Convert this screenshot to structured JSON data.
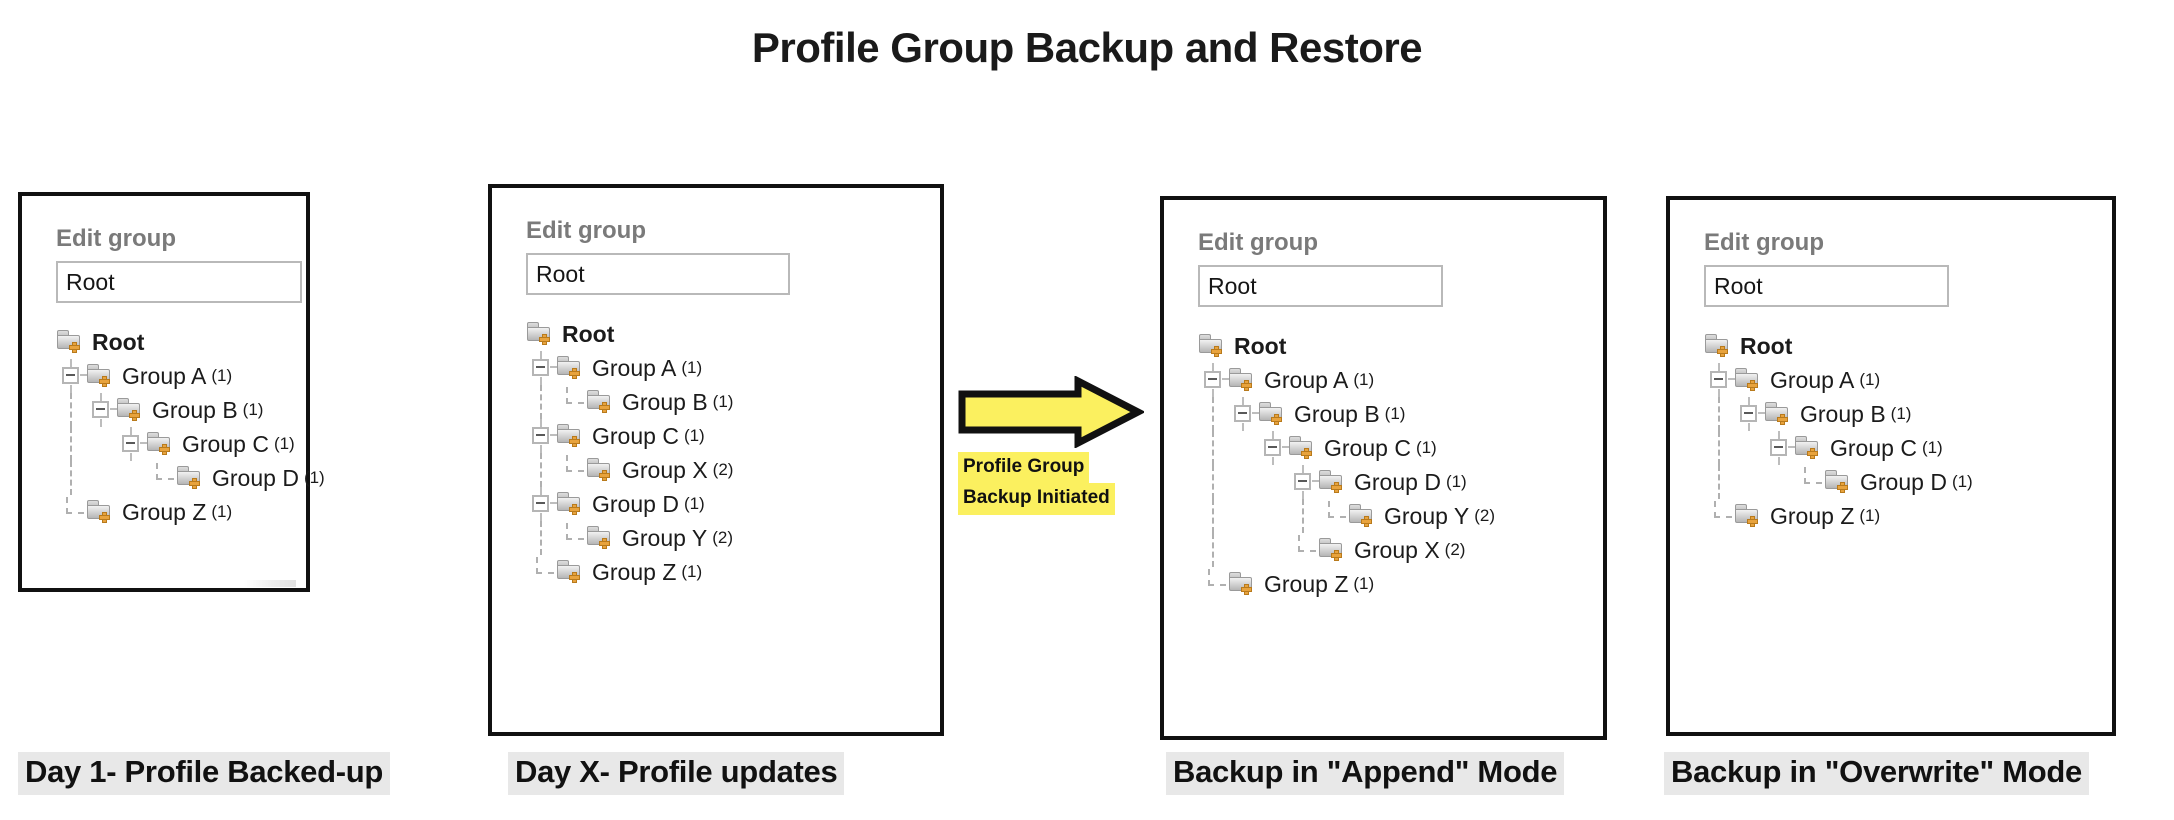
{
  "title": "Profile Group Backup and Restore",
  "panels": [
    {
      "name": "day1",
      "edit_group_label": "Edit group",
      "input_value": "Root",
      "caption": "Day 1- Profile Backed-up",
      "tree": [
        {
          "label": "Root",
          "count": "",
          "depth": 0,
          "toggle": "none",
          "root": true
        },
        {
          "label": "Group A",
          "count": "(1)",
          "depth": 1,
          "toggle": "expanded"
        },
        {
          "label": "Group B",
          "count": "(1)",
          "depth": 2,
          "toggle": "expanded"
        },
        {
          "label": "Group C",
          "count": "(1)",
          "depth": 3,
          "toggle": "expanded"
        },
        {
          "label": "Group D",
          "count": "(1)",
          "depth": 4,
          "toggle": "leaf-last"
        },
        {
          "label": "Group Z",
          "count": "(1)",
          "depth": 1,
          "toggle": "leaf-last"
        }
      ]
    },
    {
      "name": "dayx",
      "edit_group_label": "Edit group",
      "input_value": "Root",
      "caption": "Day X- Profile updates",
      "tree": [
        {
          "label": "Root",
          "count": "",
          "depth": 0,
          "toggle": "none",
          "root": true
        },
        {
          "label": "Group A",
          "count": "(1)",
          "depth": 1,
          "toggle": "expanded"
        },
        {
          "label": "Group B",
          "count": "(1)",
          "depth": 2,
          "toggle": "leaf-last"
        },
        {
          "label": "Group C",
          "count": "(1)",
          "depth": 1,
          "toggle": "expanded"
        },
        {
          "label": "Group X",
          "count": "(2)",
          "depth": 2,
          "toggle": "leaf-last"
        },
        {
          "label": "Group D",
          "count": "(1)",
          "depth": 1,
          "toggle": "expanded"
        },
        {
          "label": "Group Y",
          "count": "(2)",
          "depth": 2,
          "toggle": "leaf-last"
        },
        {
          "label": "Group Z",
          "count": "(1)",
          "depth": 1,
          "toggle": "leaf-last"
        }
      ]
    },
    {
      "name": "append",
      "edit_group_label": "Edit group",
      "input_value": "Root",
      "caption": "Backup in \"Append\" Mode",
      "tree": [
        {
          "label": "Root",
          "count": "",
          "depth": 0,
          "toggle": "none",
          "root": true
        },
        {
          "label": "Group A",
          "count": "(1)",
          "depth": 1,
          "toggle": "expanded"
        },
        {
          "label": "Group B",
          "count": "(1)",
          "depth": 2,
          "toggle": "expanded"
        },
        {
          "label": "Group C",
          "count": "(1)",
          "depth": 3,
          "toggle": "expanded"
        },
        {
          "label": "Group D",
          "count": "(1)",
          "depth": 4,
          "toggle": "expanded"
        },
        {
          "label": "Group Y",
          "count": "(2)",
          "depth": 5,
          "toggle": "leaf-last"
        },
        {
          "label": "Group X",
          "count": "(2)",
          "depth": 4,
          "toggle": "leaf-last"
        },
        {
          "label": "Group Z",
          "count": "(1)",
          "depth": 1,
          "toggle": "leaf-last"
        }
      ]
    },
    {
      "name": "overwrite",
      "edit_group_label": "Edit group",
      "input_value": "Root",
      "caption": "Backup in \"Overwrite\" Mode",
      "tree": [
        {
          "label": "Root",
          "count": "",
          "depth": 0,
          "toggle": "none",
          "root": true
        },
        {
          "label": "Group A",
          "count": "(1)",
          "depth": 1,
          "toggle": "expanded"
        },
        {
          "label": "Group B",
          "count": "(1)",
          "depth": 2,
          "toggle": "expanded"
        },
        {
          "label": "Group C",
          "count": "(1)",
          "depth": 3,
          "toggle": "expanded"
        },
        {
          "label": "Group D",
          "count": "(1)",
          "depth": 4,
          "toggle": "leaf-last"
        },
        {
          "label": "Group Z",
          "count": "(1)",
          "depth": 1,
          "toggle": "leaf-last"
        }
      ]
    }
  ],
  "arrow": {
    "icon": "right-arrow-icon",
    "caption_line1": "Profile Group",
    "caption_line2": "Backup Initiated",
    "fill_color": "#fbf05f",
    "stroke_color": "#111111"
  },
  "colors": {
    "panel_border": "#111111",
    "caption_background": "#e8e8e8",
    "label_gray": "#7a7a7a",
    "folder_badge": "#e8a33d",
    "highlight_yellow": "#fbf05f"
  }
}
